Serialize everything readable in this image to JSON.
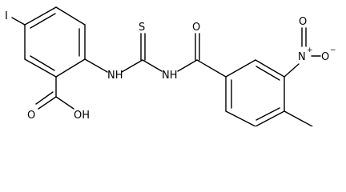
{
  "molecule": {
    "atoms": {
      "iodine": "I",
      "amine_nh_1": "NH",
      "thione_s": "S",
      "amine_nh_2": "NH",
      "carbonyl_o": "O",
      "nitro_n": "N",
      "nitro_plus": "+",
      "nitro_o_single": "O",
      "nitro_minus": "−",
      "nitro_o_double": "O",
      "acid_o": "O",
      "acid_oh": "OH"
    }
  }
}
